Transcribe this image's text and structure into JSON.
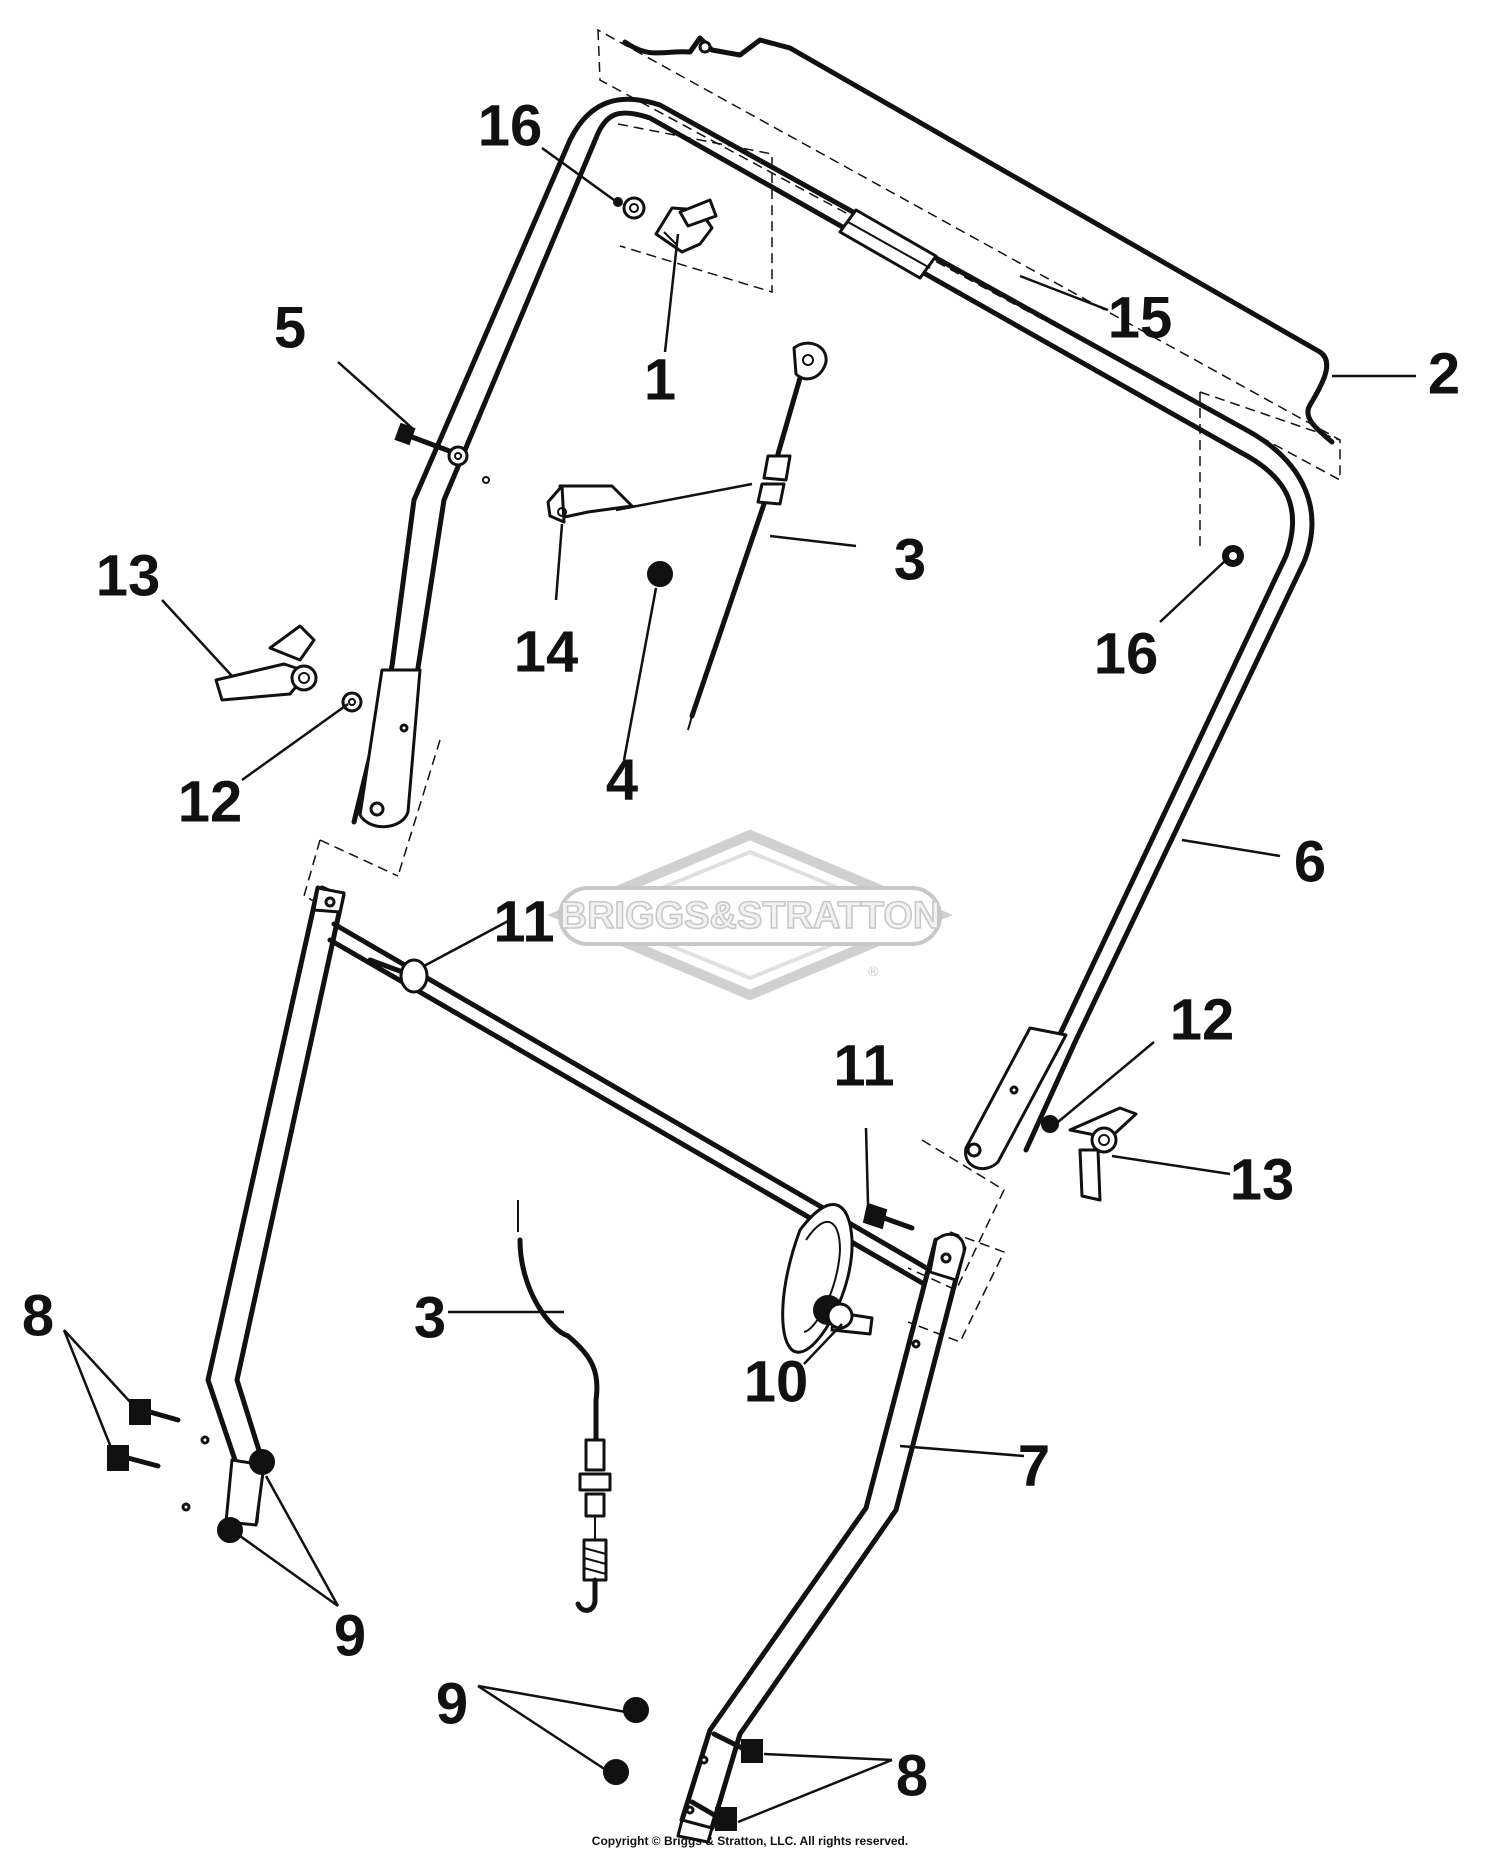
{
  "watermark": {
    "text": "BRIGGS&STRATTON",
    "registered_mark": "®"
  },
  "copyright": "Copyright © Briggs & Stratton, LLC. All rights reserved.",
  "callouts": [
    {
      "id": "c16a",
      "label": "16"
    },
    {
      "id": "c1",
      "label": "1"
    },
    {
      "id": "c15",
      "label": "15"
    },
    {
      "id": "c2",
      "label": "2"
    },
    {
      "id": "c5",
      "label": "5"
    },
    {
      "id": "c3a",
      "label": "3"
    },
    {
      "id": "c13a",
      "label": "13"
    },
    {
      "id": "c14",
      "label": "14"
    },
    {
      "id": "c16b",
      "label": "16"
    },
    {
      "id": "c12a",
      "label": "12"
    },
    {
      "id": "c4",
      "label": "4"
    },
    {
      "id": "c6",
      "label": "6"
    },
    {
      "id": "c11a",
      "label": "11"
    },
    {
      "id": "c12b",
      "label": "12"
    },
    {
      "id": "c11b",
      "label": "11"
    },
    {
      "id": "c13b",
      "label": "13"
    },
    {
      "id": "c8a",
      "label": "8"
    },
    {
      "id": "c3b",
      "label": "3"
    },
    {
      "id": "c10",
      "label": "10"
    },
    {
      "id": "c7",
      "label": "7"
    },
    {
      "id": "c9a",
      "label": "9"
    },
    {
      "id": "c9b",
      "label": "9"
    },
    {
      "id": "c8b",
      "label": "8"
    }
  ]
}
